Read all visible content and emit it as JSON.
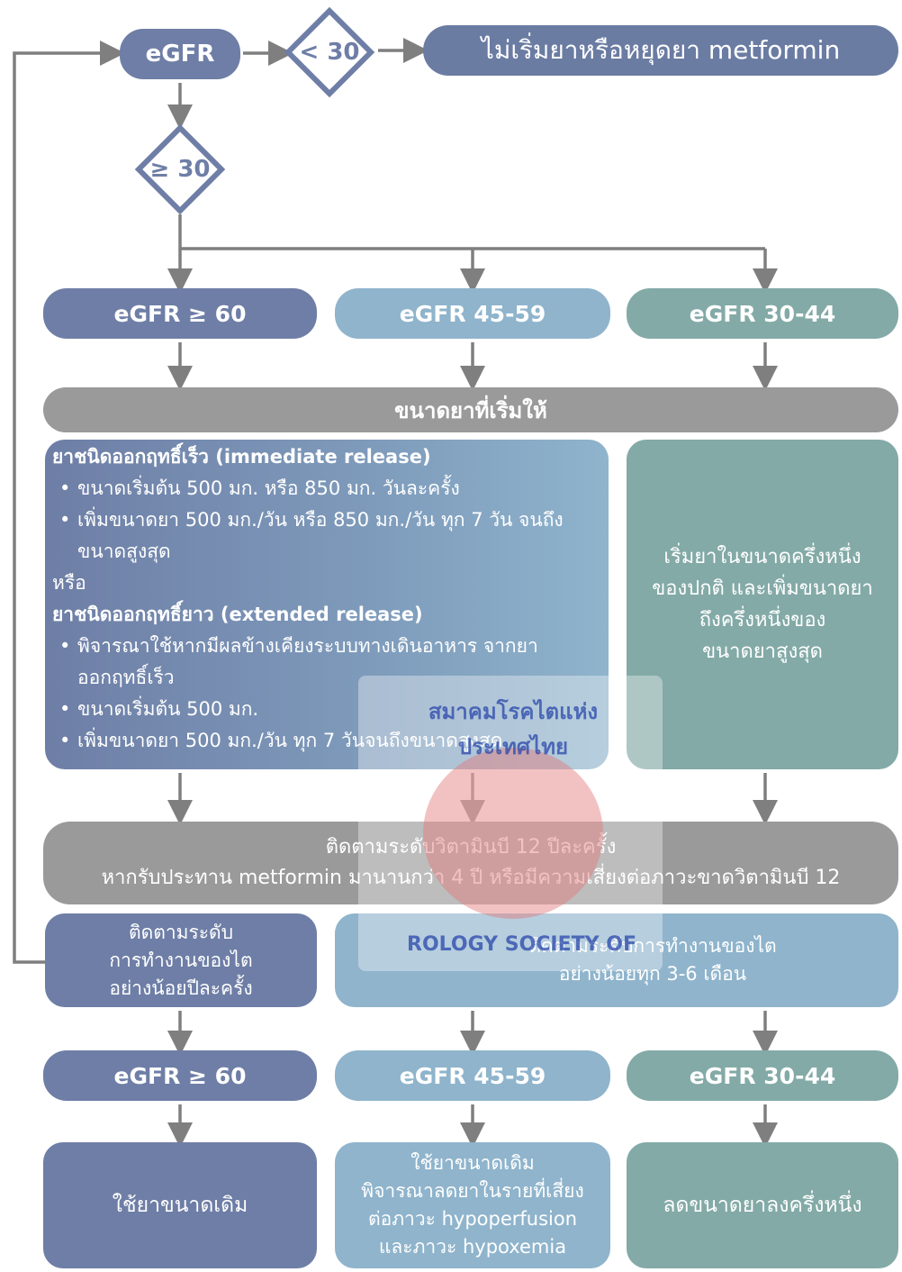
{
  "top": {
    "egfr": "eGFR",
    "lt30": "< 30",
    "stop": "ไม่เริ่มยาหรือหยุดยา metformin",
    "ge30": "≥ 30"
  },
  "level1": {
    "col1": "eGFR ≥ 60",
    "col2": "eGFR 45-59",
    "col3": "eGFR 30-44"
  },
  "start_dose": {
    "header": "ขนาดยาที่เริ่มให้",
    "ir_title": "ยาชนิดออกฤทธิ์เร็ว (immediate release)",
    "ir_items": [
      "ขนาดเริ่มต้น 500 มก. หรือ 850 มก. วันละครั้ง",
      "เพิ่มขนาดยา 500 มก./วัน หรือ 850 มก./วัน ทุก 7 วัน จนถึงขนาดสูงสุด"
    ],
    "or": "หรือ",
    "er_title": "ยาชนิดออกฤทธิ์ยาว (extended release)",
    "er_items": [
      "พิจารณาใช้หากมีผลข้างเคียงระบบทางเดินอาหาร จากยาออกฤทธิ์เร็ว",
      "ขนาดเริ่มต้น 500 มก.",
      "เพิ่มขนาดยา 500 มก./วัน ทุก 7 วันจนถึงขนาดสูงสุด"
    ],
    "right": [
      "เริ่มยาในขนาดครึ่งหนึ่ง",
      "ของปกติ และเพิ่มขนาดยา",
      "ถึงครึ่งหนึ่งของ",
      "ขนาดยาสูงสุด"
    ]
  },
  "vitamin": {
    "line1": "ติดตามระดับวิตามินบี 12 ปีละครั้ง",
    "line2": "หากรับประทาน metformin มานานกว่า 4 ปี หรือมีความเสี่ยงต่อภาวะขาดวิตามินบี 12"
  },
  "monitor": {
    "left": [
      "ติดตามระดับ",
      "การทำงานของไต",
      "อย่างน้อยปีละครั้ง"
    ],
    "right": [
      "ติดตามระดับการทำงานของไต",
      "อย่างน้อยทุก 3-6 เดือน"
    ]
  },
  "level2": {
    "col1": "eGFR ≥ 60",
    "col2": "eGFR 45-59",
    "col3": "eGFR 30-44"
  },
  "outcome": {
    "col1": "ใช้ยาขนาดเดิม",
    "col2": [
      "ใช้ยาขนาดเดิม",
      "พิจารณาลดยาในรายที่เสี่ยง",
      "ต่อภาวะ hypoperfusion",
      "และภาวะ hypoxemia"
    ],
    "col3": "ลดขนาดยาลงครึ่งหนึ่ง"
  },
  "watermark": {
    "top": "สมาคมโรคไตแห่งประเทศไทย",
    "bottom": "ROLOGY SOCIETY OF"
  },
  "colors": {
    "navy": "#6e7ea6",
    "light_blue": "#8fb4cc",
    "teal": "#83aaa7",
    "grey": "#9a9a9a",
    "arrow": "#7f7f7f"
  }
}
